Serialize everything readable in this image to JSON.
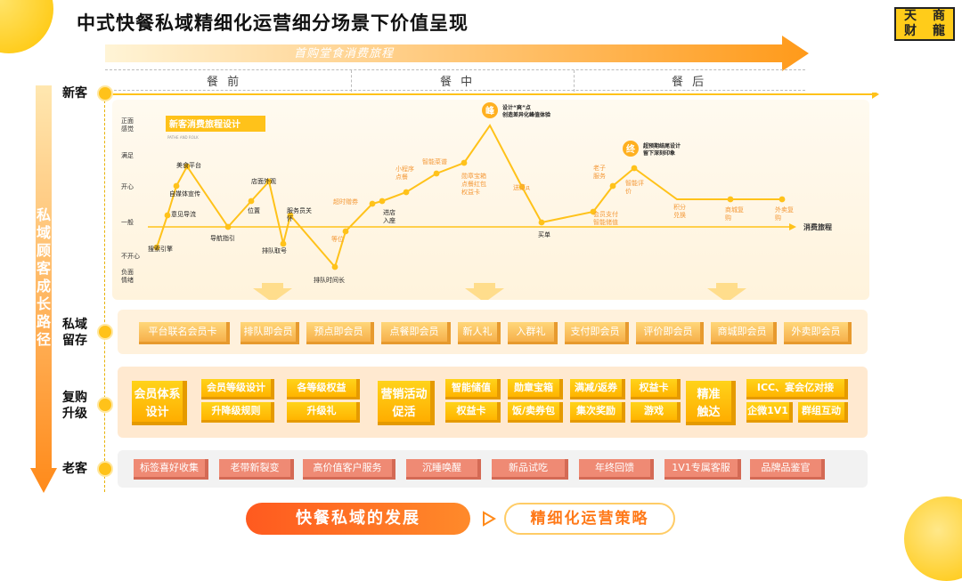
{
  "title": "中式快餐私域精细化运营细分场景下价值呈现",
  "logo": [
    "天",
    "商",
    "财",
    "龍"
  ],
  "journey_arrow_label": "首购堂食消费旅程",
  "phases": [
    "餐 前",
    "餐 中",
    "餐 后"
  ],
  "side_axis_label": [
    "私",
    "域",
    "顾",
    "客",
    "成",
    "长",
    "路",
    "径"
  ],
  "levels": {
    "new": "新客",
    "retain": [
      "私域",
      "留存"
    ],
    "repurchase": [
      "复购",
      "升级"
    ],
    "old": "老客"
  },
  "journey": {
    "card_title": "新客消费旅程设计",
    "card_subtitle": "PATHE AND ROLK",
    "y_labels": [
      "正面\n感觉",
      "满足",
      "开心",
      "一般",
      "不开心",
      "负面\n情绪"
    ],
    "x_axis_label": "消费旅程",
    "callouts": [
      {
        "badge": "峰",
        "text": "设计“爽”点\n创造差异化峰值体验"
      },
      {
        "badge": "终",
        "text": "超预期结尾设计\n留下深刻印象"
      }
    ],
    "points": [
      {
        "label": "搜索引擎",
        "style": "dark"
      },
      {
        "label": "意见导流",
        "style": "dark"
      },
      {
        "label": "自媒体宣传",
        "style": "dark"
      },
      {
        "label": "美食平台",
        "style": "dark"
      },
      {
        "label": "导航指引",
        "style": "dark"
      },
      {
        "label": "位置",
        "style": "dark"
      },
      {
        "label": "店面外观",
        "style": "dark"
      },
      {
        "label": "排队取号",
        "style": "dark"
      },
      {
        "label": "服务员关\n怀",
        "style": "dark"
      },
      {
        "label": "排队时间长",
        "style": "dark"
      },
      {
        "label": "等位",
        "style": "orange"
      },
      {
        "label": "超时赠券",
        "style": "orange"
      },
      {
        "label": "进店\n入座",
        "style": "dark"
      },
      {
        "label": "小程序\n点餐",
        "style": "orange"
      },
      {
        "label": "智能菜谱",
        "style": "orange"
      },
      {
        "label": "勋章宝箱\n点餐红包\n权益卡",
        "style": "orange"
      },
      {
        "label": "送菜д",
        "style": "orange"
      },
      {
        "label": "买单",
        "style": "dark"
      },
      {
        "label": "会员支付\n智能储值",
        "style": "orange"
      },
      {
        "label": "老子\n服务",
        "style": "orange"
      },
      {
        "label": "智能评\n价",
        "style": "orange"
      },
      {
        "label": "积分\n兑换",
        "style": "orange"
      },
      {
        "label": "商城复\n购",
        "style": "orange"
      },
      {
        "label": "外卖复\n购",
        "style": "orange"
      }
    ]
  },
  "row_retain": [
    "平台联名会员卡",
    "排队即会员",
    "预点即会员",
    "点餐即会员",
    "新人礼",
    "入群礼",
    "支付即会员",
    "评价即会员",
    "商城即会员",
    "外卖即会员"
  ],
  "row_repurchase": {
    "group1_title": "会员体系\n设计",
    "group1_items": [
      "会员等级设计",
      "各等级权益",
      "升降级规则",
      "升级礼"
    ],
    "group2_title": "营销活动\n促活",
    "group2_items": [
      "智能储值",
      "勋章宝箱",
      "满减/返券",
      "权益卡",
      "权益卡",
      "饭/卖券包",
      "集次奖励",
      "游戏"
    ],
    "group3_title": "精准\n触达",
    "group3_items": [
      "ICC、宴会亿对接",
      "企微1V1",
      "群组互动"
    ]
  },
  "row_old": [
    "标签喜好收集",
    "老带新裂变",
    "高价值客户服务",
    "沉睡唤醒",
    "新品试吃",
    "年终回馈",
    "1V1专属客服",
    "品牌品鉴官"
  ],
  "footer": {
    "left": "快餐私域的发展",
    "right": "精细化运营策略"
  },
  "colors": {
    "accent": "#ffc21a",
    "orange": "#ff8a1a",
    "coral": "#ef8a74",
    "pale": "#f6b04b"
  }
}
